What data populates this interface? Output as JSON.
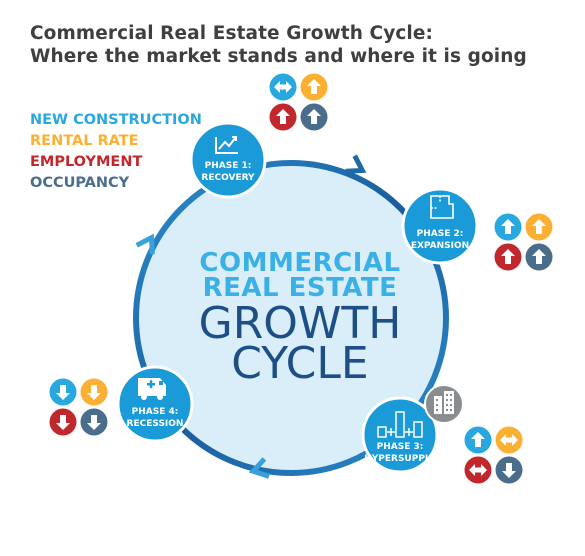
{
  "title": {
    "line1": "Commercial Real Estate Growth Cycle:",
    "line2": "Where the market stands and where it is going"
  },
  "legend": [
    {
      "label": "NEW CONSTRUCTION",
      "color": "#29a8e0"
    },
    {
      "label": "RENTAL RATE",
      "color": "#fbb034"
    },
    {
      "label": "EMPLOYMENT",
      "color": "#c0282d"
    },
    {
      "label": "OCCUPANCY",
      "color": "#4a6d8c"
    }
  ],
  "center": {
    "line1": "COMMERCIAL",
    "line2": "REAL ESTATE",
    "line3": "GROWTH",
    "line4": "CYCLE"
  },
  "phases": [
    {
      "line1": "PHASE 1:",
      "line2": "RECOVERY",
      "icon": "line-chart-icon",
      "indicators": {
        "new_construction": "sideways",
        "rental_rate": "up",
        "employment": "up",
        "occupancy": "up"
      }
    },
    {
      "line1": "PHASE 2:",
      "line2": "EXPANSION",
      "icon": "floor-plan-icon",
      "indicators": {
        "new_construction": "up",
        "rental_rate": "up",
        "employment": "up",
        "occupancy": "up"
      }
    },
    {
      "line1": "PHASE 3:",
      "line2": "HYPERSUPPLY",
      "icon": "buildings-icon",
      "indicators": {
        "new_construction": "up",
        "rental_rate": "sideways",
        "employment": "sideways",
        "occupancy": "down"
      }
    },
    {
      "line1": "PHASE 4:",
      "line2": "RECESSION",
      "icon": "ambulance-icon",
      "indicators": {
        "new_construction": "down",
        "rental_rate": "down",
        "employment": "down",
        "occupancy": "down"
      }
    }
  ],
  "colors": {
    "ring": "#1e6aa6",
    "ring_light": "#3aa0dc",
    "fill": "#d9eef9",
    "center_light": "#3bb0e6",
    "center_dark": "#1d4f86",
    "phase_circle": "#1a9ad6",
    "hypersupply_badge": "#8a8d90"
  }
}
